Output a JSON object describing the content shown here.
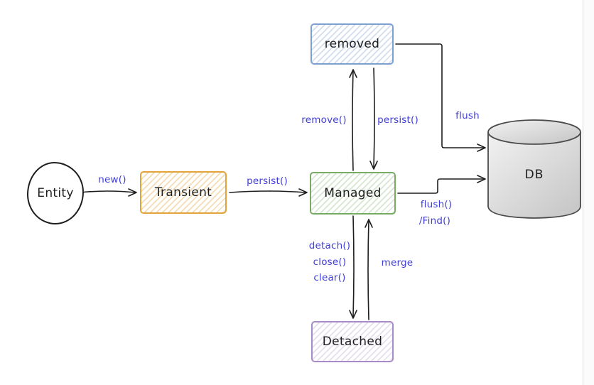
{
  "diagram": {
    "title": "entity-lifecycle-state-diagram",
    "nodes": {
      "entity": {
        "label": "Entity",
        "shape": "circle",
        "border_color": "#1e1e1e"
      },
      "transient": {
        "label": "Transient",
        "shape": "rect",
        "border_color": "#e2a33c"
      },
      "managed": {
        "label": "Managed",
        "shape": "rect",
        "border_color": "#77ab66"
      },
      "removed": {
        "label": "removed",
        "shape": "rect",
        "border_color": "#7ea0d0"
      },
      "detached": {
        "label": "Detached",
        "shape": "rect",
        "border_color": "#a98bc7"
      },
      "db": {
        "label": "DB",
        "shape": "cylinder",
        "border_color": "#4a4a4a"
      }
    },
    "edge_labels": {
      "new_call": "new()",
      "persist_to_managed": "persist()",
      "remove_call": "remove()",
      "persist_to_removed": "persist()",
      "flush_removed_db": "flush",
      "flush_managed_db": "flush()",
      "find_managed_db": "/Find()",
      "detach_call": "detach()",
      "close_call": "close()",
      "clear_call": "clear()",
      "merge_call": "merge"
    },
    "colors": {
      "edge_stroke": "#1e1e1e",
      "label_blue": "#3f3dd6",
      "db_gradient_start": "#f2f2f2",
      "db_gradient_end": "#c4c4c4"
    }
  }
}
